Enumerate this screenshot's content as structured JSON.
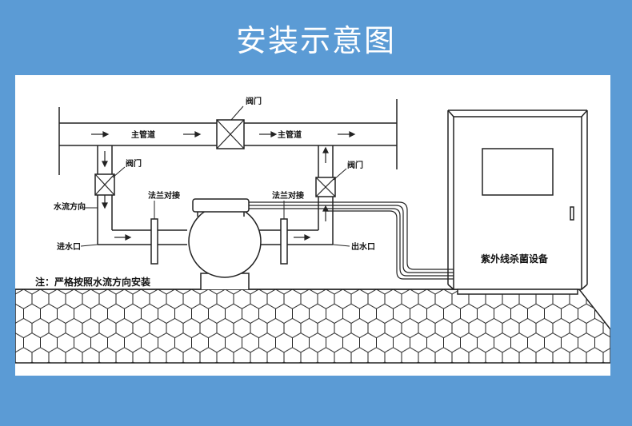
{
  "title": "安装示意图",
  "labels": {
    "main_pipe_left": "主管道",
    "main_pipe_right": "主管道",
    "valve_top": "阀门",
    "valve_left": "阀门",
    "valve_right": "阀门",
    "flange_left": "法兰对接",
    "flange_right": "法兰对接",
    "flow_direction": "水流方向",
    "inlet": "进水口",
    "outlet": "出水口",
    "equipment": "紫外线杀菌设备",
    "note": "注：严格按照水流方向安装"
  }
}
